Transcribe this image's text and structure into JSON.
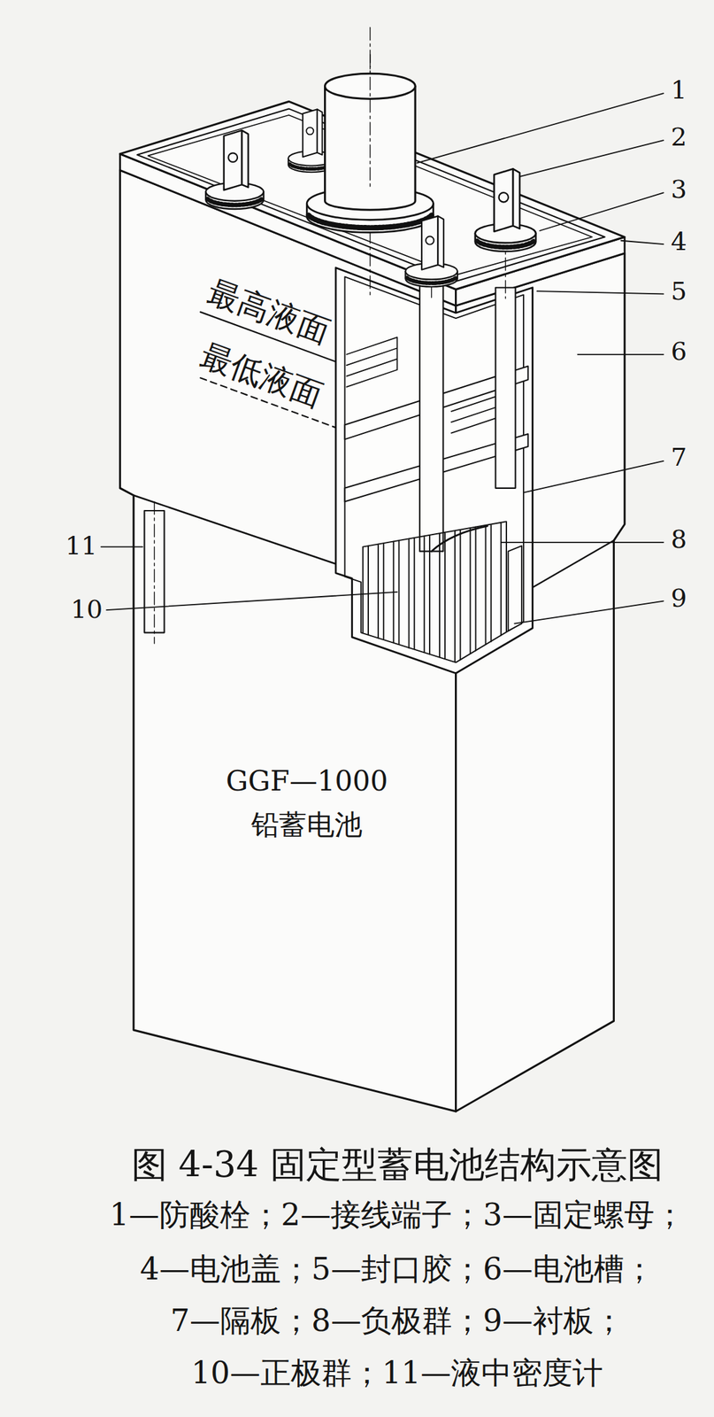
{
  "diagram": {
    "caption": "图 4-34 固定型蓄电池结构示意图",
    "labels": [
      "1",
      "2",
      "3",
      "4",
      "5",
      "6",
      "最高液面",
      "最低液面",
      "7",
      "11",
      "8",
      "10",
      "9",
      "GGF—1000",
      "铅蓄电池",
      "1—防酸栓；2—接线端子；3—固定螺母；",
      "4—电池盖；5—封口胶；6—电池槽；",
      "7—隔板；8—负极群；9—衬板；",
      "10—正极群；11—液中密度计"
    ]
  }
}
